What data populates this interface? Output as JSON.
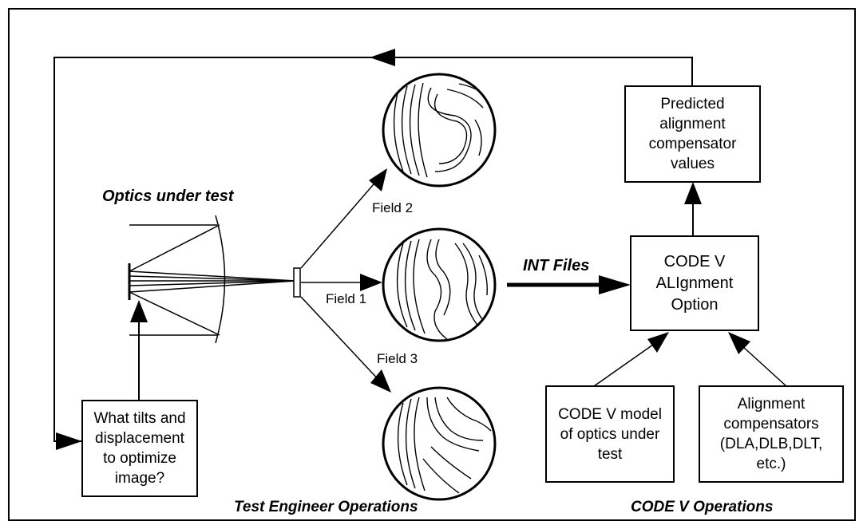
{
  "labels": {
    "optics_under_test": "Optics under test",
    "field_2": "Field 2",
    "field_1": "Field 1",
    "field_3": "Field 3",
    "int_files": "INT Files",
    "test_engineer_ops": "Test Engineer Operations",
    "codev_ops": "CODE V Operations"
  },
  "boxes": {
    "predicted": [
      "Predicted",
      "alignment",
      "compensator",
      "values"
    ],
    "codev_alignment": [
      "CODE V",
      "ALIgnment",
      "Option"
    ],
    "what_tilts": [
      "What tilts and",
      "displacement",
      "to optimize",
      "image?"
    ],
    "codev_model": [
      "CODE V model",
      "of optics under",
      "test"
    ],
    "alignment_comp": [
      "Alignment",
      "compensators",
      "(DLA,DLB,DLT,",
      "etc.)"
    ]
  },
  "colors": {
    "line": "#000000",
    "background": "#ffffff"
  }
}
